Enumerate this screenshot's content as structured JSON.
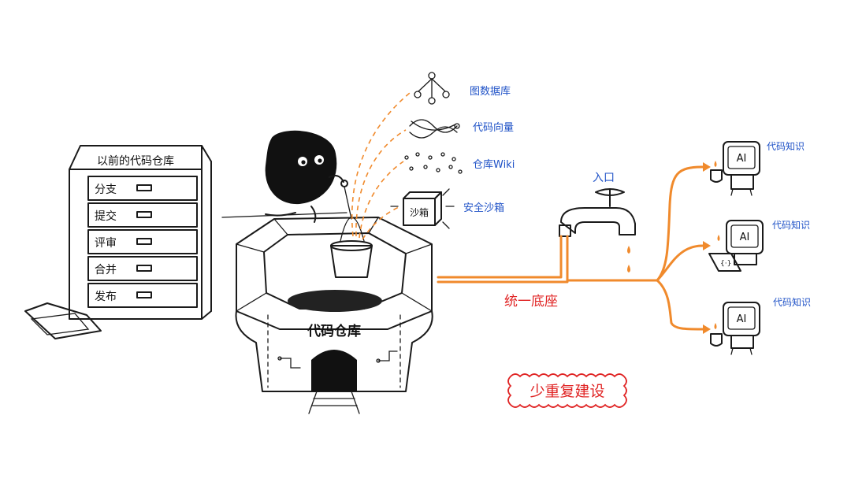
{
  "old_repo": {
    "title": "以前的代码仓库",
    "drawers": [
      "分支",
      "提交",
      "评审",
      "合并",
      "发布"
    ]
  },
  "well": {
    "label": "代码仓库"
  },
  "capabilities": {
    "graph_db": "图数据库",
    "code_vector": "代码向量",
    "repo_wiki": "仓库Wiki",
    "sandbox": "安全沙箱",
    "sandbox_box_label": "沙箱"
  },
  "faucet": {
    "label": "入口"
  },
  "pipe": {
    "label": "统一底座"
  },
  "stamp": {
    "label": "少重复建设"
  },
  "agents": [
    {
      "screen": "AI",
      "label": "代码知识"
    },
    {
      "screen": "AI",
      "label": "代码知识"
    },
    {
      "screen": "AI",
      "label": "代码知识"
    }
  ],
  "colors": {
    "accent_blue": "#1f52c7",
    "accent_red": "#e02424",
    "pipe_orange": "#f08a2c",
    "ink": "#1a1a1a"
  }
}
